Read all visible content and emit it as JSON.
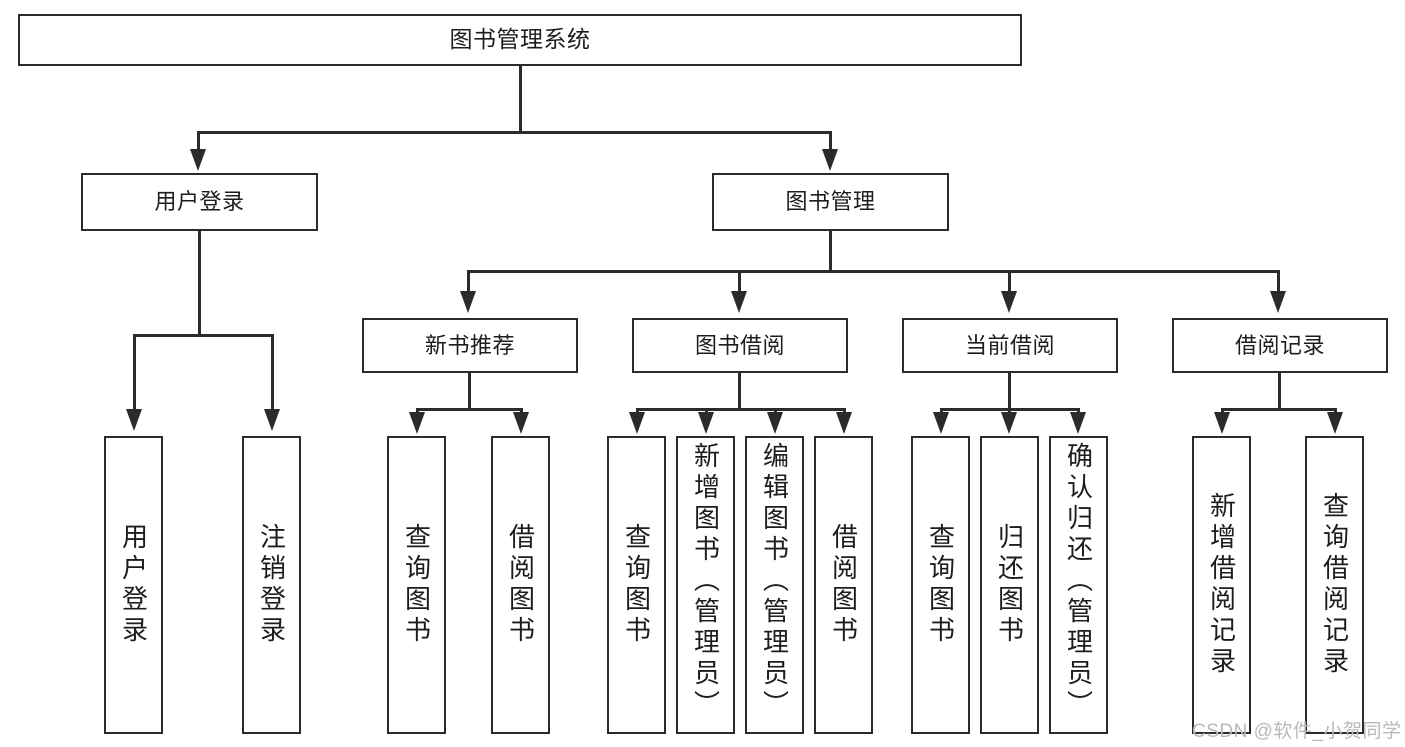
{
  "diagram": {
    "title": "图书管理系统",
    "type": "功能结构图",
    "root": {
      "label": "图书管理系统"
    },
    "level1": [
      {
        "label": "用户登录"
      },
      {
        "label": "图书管理"
      }
    ],
    "level2": [
      {
        "label": "新书推荐"
      },
      {
        "label": "图书借阅"
      },
      {
        "label": "当前借阅"
      },
      {
        "label": "借阅记录"
      }
    ],
    "leaves": {
      "user_login": [
        {
          "label": "用户登录"
        },
        {
          "label": "注销登录"
        }
      ],
      "new_book_recommend": [
        {
          "label": "查询图书"
        },
        {
          "label": "借阅图书"
        }
      ],
      "book_borrow": [
        {
          "label": "查询图书"
        },
        {
          "label": "新增图书（管理员）"
        },
        {
          "label": "编辑图书（管理员）"
        },
        {
          "label": "借阅图书"
        }
      ],
      "current_borrow": [
        {
          "label": "查询图书"
        },
        {
          "label": "归还图书"
        },
        {
          "label": "确认归还（管理员）"
        }
      ],
      "borrow_record": [
        {
          "label": "新增借阅记录"
        },
        {
          "label": "查询借阅记录"
        }
      ]
    }
  },
  "watermark": {
    "text": "CSDN @软件_小贺同学"
  },
  "colors": {
    "stroke": "#2b2b2b",
    "fill": "#ffffff",
    "text": "#1d1d1d",
    "watermark": "#b9b9b9"
  }
}
